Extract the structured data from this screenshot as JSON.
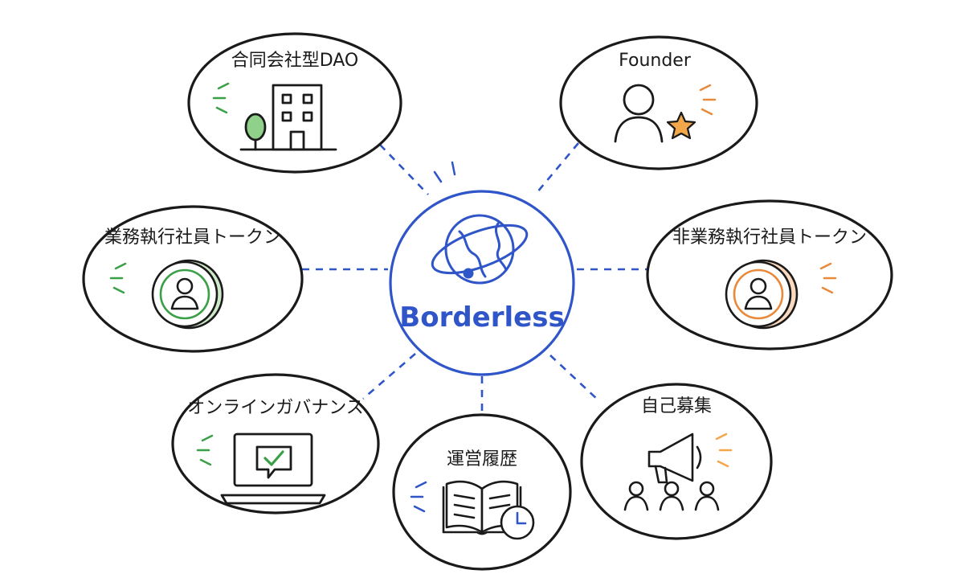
{
  "center": {
    "label": "Borderless",
    "icon": "globe-orbit-icon"
  },
  "colors": {
    "accent_blue": "#2f55c8",
    "green": "#3aa048",
    "orange": "#e98a3a",
    "star": "#f2a74b",
    "ink": "#1a1a1a"
  },
  "nodes": [
    {
      "id": "llc-dao",
      "label": "合同会社型DAO",
      "icon": "building-icon"
    },
    {
      "id": "founder",
      "label": "Founder",
      "icon": "person-star-icon"
    },
    {
      "id": "exec-token",
      "label": "業務執行社員トークン",
      "icon": "green-coin-person-icon"
    },
    {
      "id": "nonexec-token",
      "label": "非業務執行社員トークン",
      "icon": "orange-coin-person-icon"
    },
    {
      "id": "online-gov",
      "label": "オンラインガバナンス",
      "icon": "laptop-check-icon"
    },
    {
      "id": "history",
      "label": "運営履歴",
      "icon": "book-clock-icon"
    },
    {
      "id": "recruit",
      "label": "自己募集",
      "icon": "megaphone-people-icon"
    }
  ]
}
